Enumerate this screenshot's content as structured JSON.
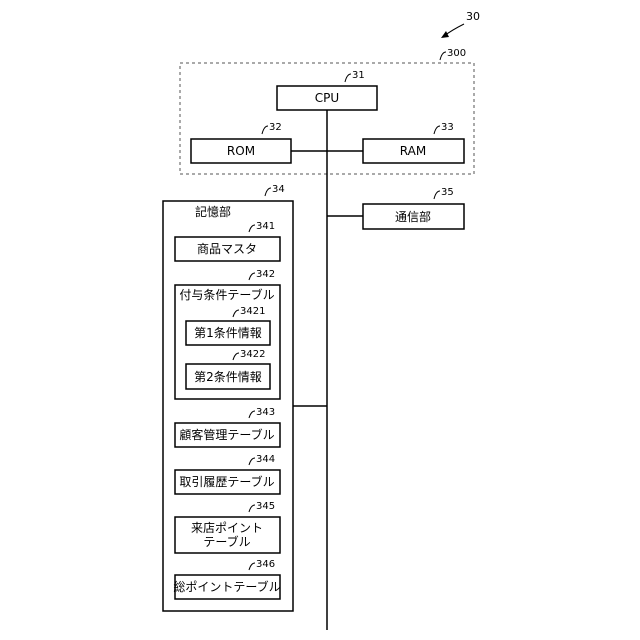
{
  "figure": {
    "ref": "30",
    "control_group": {
      "ref": "300"
    },
    "cpu": {
      "label": "CPU",
      "ref": "31"
    },
    "rom": {
      "label": "ROM",
      "ref": "32"
    },
    "ram": {
      "label": "RAM",
      "ref": "33"
    },
    "communication": {
      "label": "通信部",
      "ref": "35"
    },
    "storage": {
      "label": "記憶部",
      "ref": "34",
      "product_master": {
        "label": "商品マスタ",
        "ref": "341"
      },
      "grant_condition_table": {
        "label": "付与条件テーブル",
        "ref": "342",
        "condition_1": {
          "label": "第1条件情報",
          "ref": "3421"
        },
        "condition_2": {
          "label": "第2条件情報",
          "ref": "3422"
        }
      },
      "customer_table": {
        "label": "顧客管理テーブル",
        "ref": "343"
      },
      "transaction_table": {
        "label": "取引履歴テーブル",
        "ref": "344"
      },
      "visit_point_table": {
        "label_line1": "来店ポイント",
        "label_line2": "テーブル",
        "ref": "345"
      },
      "total_point_table": {
        "label": "総ポイントテーブル",
        "ref": "346"
      }
    }
  }
}
